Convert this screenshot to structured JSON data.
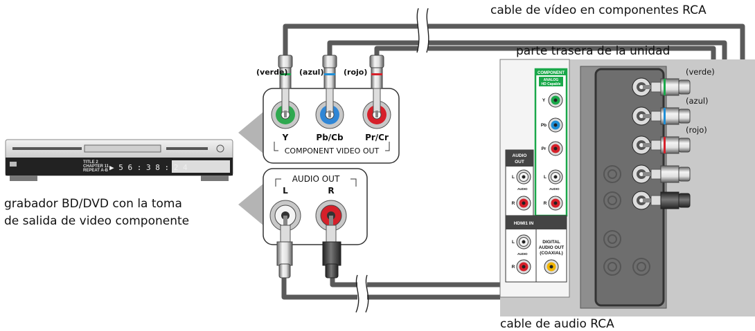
{
  "labels": {
    "video_cable": "cable de vídeo en componentes RCA",
    "unit_rear": "parte trasera de la unidad",
    "recorder": [
      "grabador BD/DVD con la toma",
      "de salida de video componente"
    ],
    "audio_cable": "cable de audio RCA"
  },
  "video_plugs": {
    "colors": [
      "(verde)",
      "(azul)",
      "(rojo)"
    ],
    "jacks": [
      "Y",
      "Pb/Cb",
      "Pr/Cr"
    ],
    "group_label": "COMPONENT VIDEO OUT"
  },
  "audio_out": {
    "title": "AUDIO OUT",
    "jacks": [
      "L",
      "R"
    ]
  },
  "right_plug_colors": [
    "(verde)",
    "(azul)",
    "(rojo)"
  ],
  "player_display": {
    "info_lines": [
      "TITLE 2",
      "CHAPTER 11",
      "REPEAT A-B"
    ],
    "time": "▶ 5 6 : 3 8 : 2 4"
  },
  "tv_panel": {
    "component_title": "COMPONENT",
    "component_sub": [
      "ANALOG",
      "HD Capable"
    ],
    "component_jacks": [
      "Y",
      "Pb",
      "Pr"
    ],
    "audio_out_title": [
      "AUDIO",
      "OUT"
    ],
    "audio_jacks": [
      "L",
      "R"
    ],
    "audio_word": "AUDIO",
    "hdmi_title": "HDMI1  IN",
    "digital_out": [
      "DIGITAL",
      "AUDIO OUT",
      "(COAXIAL)"
    ]
  },
  "colors": {
    "green": "#1aa84a",
    "blue": "#1e8ed6",
    "red": "#d6202a",
    "yellow": "#f1b400",
    "cable_dark": "#555555",
    "panel_gray": "#c9c9c9",
    "box_gray": "#9e9e9e"
  }
}
